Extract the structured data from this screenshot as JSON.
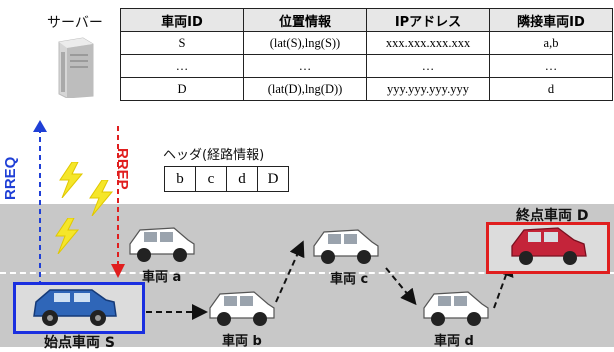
{
  "server": {
    "label": "サーバー",
    "icon": "server-icon"
  },
  "table": {
    "headers": [
      "車両ID",
      "位置情報",
      "IPアドレス",
      "隣接車両ID"
    ],
    "rows": [
      [
        "S",
        "(lat(S),lng(S))",
        "xxx.xxx.xxx.xxx",
        "a,b"
      ],
      [
        "…",
        "…",
        "…",
        "…"
      ],
      [
        "D",
        "(lat(D),lng(D))",
        "yyy.yyy.yyy.yyy",
        "d"
      ]
    ]
  },
  "arrows": {
    "rreq": "RREQ",
    "rrep": "RREP"
  },
  "header_box": {
    "title": "ヘッダ(経路情報)",
    "cells": [
      "b",
      "c",
      "d",
      "D"
    ]
  },
  "vehicles": {
    "source": "始点車両 S",
    "destination": "終点車両 D",
    "a": "車両 a",
    "b": "車両 b",
    "c": "車両 c",
    "d": "車両 d"
  },
  "colors": {
    "road": "#c8c8c8",
    "rreq_arrow": "#1f3fd6",
    "rrep_arrow": "#e01e1e",
    "source_box": "#1a2fe0",
    "destination_box": "#e01e1e",
    "lightning": "#f5e62a",
    "table_header_bg": "#e7e7e7"
  }
}
